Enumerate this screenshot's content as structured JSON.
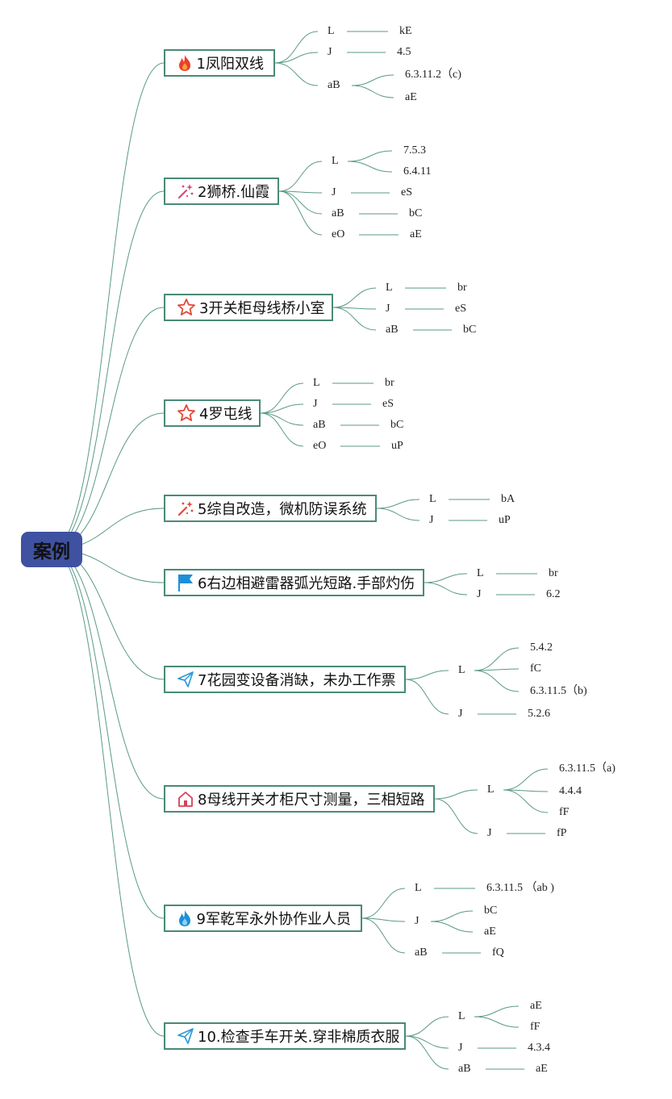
{
  "root": {
    "label": "案例"
  },
  "cases": [
    {
      "title": "1凤阳双线",
      "icon": "fire-icon",
      "icon_color": "#e8412b",
      "items": [
        {
          "key": "L",
          "values": [
            "kE"
          ]
        },
        {
          "key": "J",
          "values": [
            "4.5"
          ]
        },
        {
          "key": "aB",
          "values": [
            "6.3.11.2（c)",
            "aE"
          ]
        }
      ]
    },
    {
      "title": "2狮桥.仙霞",
      "icon": "sparkle-wand-icon",
      "icon_color": "#d64a7a",
      "items": [
        {
          "key": "L",
          "values": [
            "7.5.3",
            "6.4.11"
          ]
        },
        {
          "key": "J",
          "values": [
            "eS"
          ]
        },
        {
          "key": "aB",
          "values": [
            "bC"
          ]
        },
        {
          "key": "eO",
          "values": [
            "aE"
          ]
        }
      ]
    },
    {
      "title": "3开关柜母线桥小室",
      "icon": "star-outline-icon",
      "icon_color": "#e04a3a",
      "items": [
        {
          "key": "L",
          "values": [
            "br"
          ]
        },
        {
          "key": "J",
          "values": [
            "eS"
          ]
        },
        {
          "key": "aB",
          "values": [
            "bC"
          ]
        }
      ]
    },
    {
      "title": "4罗屯线",
      "icon": "star-outline-icon",
      "icon_color": "#e04a3a",
      "items": [
        {
          "key": "L",
          "values": [
            "br"
          ]
        },
        {
          "key": "J",
          "values": [
            "eS"
          ]
        },
        {
          "key": "aB",
          "values": [
            "bC"
          ]
        },
        {
          "key": "eO",
          "values": [
            "uP"
          ]
        }
      ]
    },
    {
      "title": "5综自改造，微机防误系统",
      "icon": "sparkle-wand-icon",
      "icon_color": "#e0483a",
      "items": [
        {
          "key": "L",
          "values": [
            "bA"
          ]
        },
        {
          "key": "J",
          "values": [
            "uP"
          ]
        }
      ]
    },
    {
      "title": "6右边相避雷器弧光短路.手部灼伤",
      "icon": "flag-icon",
      "icon_color": "#1e8fd6",
      "items": [
        {
          "key": "L",
          "values": [
            "br"
          ]
        },
        {
          "key": "J",
          "values": [
            "6.2"
          ]
        }
      ]
    },
    {
      "title": "7花园变设备消缺，未办工作票",
      "icon": "paper-plane-icon",
      "icon_color": "#2e9ad6",
      "items": [
        {
          "key": "L",
          "values": [
            "5.4.2",
            "fC",
            "6.3.11.5（b)"
          ]
        },
        {
          "key": "J",
          "values": [
            "5.2.6"
          ]
        }
      ]
    },
    {
      "title": "8母线开关才柜尺寸测量，三相短路",
      "icon": "house-icon",
      "icon_color": "#d6405a",
      "items": [
        {
          "key": "L",
          "values": [
            "6.3.11.5（a)",
            "4.4.4",
            "fF"
          ]
        },
        {
          "key": "J",
          "values": [
            "fP"
          ]
        }
      ]
    },
    {
      "title": "9军乾军永外协作业人员",
      "icon": "flame-blue-icon",
      "icon_color": "#1e8fd6",
      "items": [
        {
          "key": "L",
          "values": [
            "6.3.11.5 （ab )"
          ]
        },
        {
          "key": "J",
          "values": [
            "bC",
            "aE"
          ]
        },
        {
          "key": "aB",
          "values": [
            "fQ"
          ]
        }
      ]
    },
    {
      "title": "10.检查手车开关.穿非棉质衣服",
      "icon": "paper-plane-icon",
      "icon_color": "#2e9ad6",
      "items": [
        {
          "key": "L",
          "values": [
            "aE",
            "fF"
          ]
        },
        {
          "key": "J",
          "values": [
            "4.3.4"
          ]
        },
        {
          "key": "aB",
          "values": [
            "aE"
          ]
        }
      ]
    }
  ],
  "colors": {
    "line": "#5a9a86",
    "box_border": "#4a8a78",
    "root_fill": "#3f51a1"
  }
}
